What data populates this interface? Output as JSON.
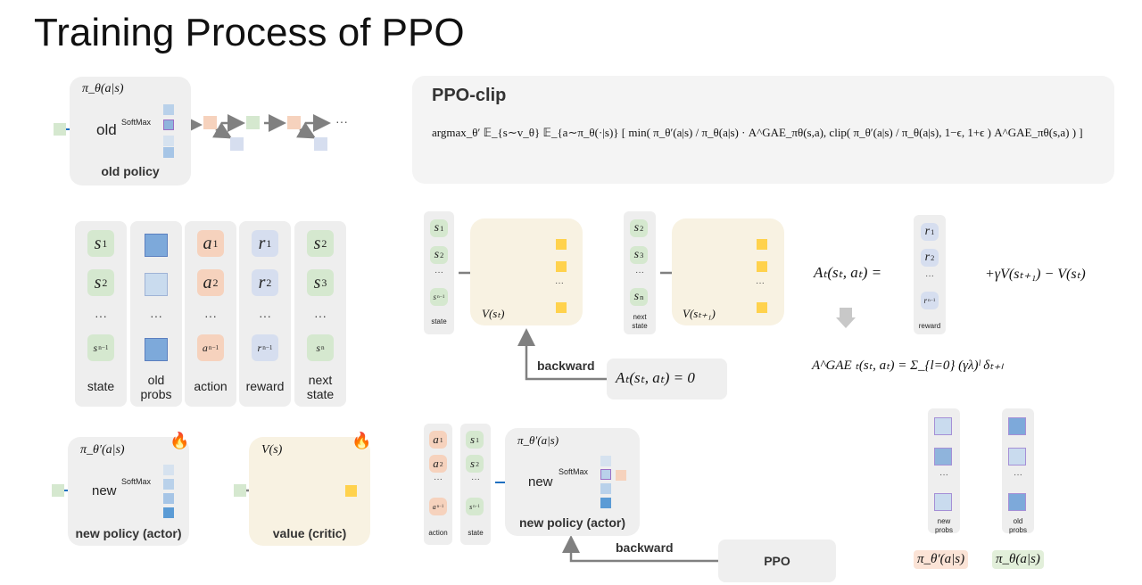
{
  "title": "Training Process of PPO",
  "old_policy": {
    "formula": "π_θ(a|s)",
    "net": "old",
    "softmax": "SoftMax",
    "label": "old policy",
    "ellipsis": "···"
  },
  "buffer": {
    "columns": [
      {
        "label": "state",
        "tokens": [
          [
            "s",
            "1"
          ],
          [
            "s",
            "2"
          ],
          [
            "s",
            "n−1"
          ]
        ]
      },
      {
        "label": "old\nprobs"
      },
      {
        "label": "action",
        "tokens": [
          [
            "a",
            "1"
          ],
          [
            "a",
            "2"
          ],
          [
            "a",
            "n−1"
          ]
        ]
      },
      {
        "label": "reward",
        "tokens": [
          [
            "r",
            "1"
          ],
          [
            "r",
            "2"
          ],
          [
            "r",
            "n−1"
          ]
        ]
      },
      {
        "label": "next\nstate",
        "tokens": [
          [
            "s",
            "2"
          ],
          [
            "s",
            "3"
          ],
          [
            "s",
            "n"
          ]
        ]
      }
    ],
    "ellipsis": "···"
  },
  "actor": {
    "formula": "π_θ′(a|s)",
    "net": "new",
    "softmax": "SoftMax",
    "label": "new policy (actor)"
  },
  "critic": {
    "formula": "V(s)",
    "label": "value (critic)"
  },
  "ppo_clip": {
    "title": "PPO-clip",
    "formula": "argmax_θ′ 𝔼_{s∼v_θ} 𝔼_{a∼π_θ(·|s)} [ min( π_θ′(a|s) / π_θ(a|s) · A^GAE_πθ(s,a),  clip( π_θ′(a|s) / π_θ(a|s), 1−ϵ, 1+ϵ ) A^GAE_πθ(s,a) ) ]"
  },
  "value_train": {
    "state_label": "state",
    "next_state_label": "next\nstate",
    "v_st": "V(sₜ)",
    "v_st1": "V(sₜ₊₁)",
    "backward": "backward",
    "target": "Aₜ(sₜ, aₜ) = 0"
  },
  "advantage": {
    "lhs": "Aₜ(sₜ, aₜ) =",
    "rhs": "+γV(sₜ₊₁) − V(sₜ)",
    "reward_label": "reward",
    "gae": "A^GAE ₜ(sₜ, aₜ) = Σ_{l=0} (γλ)ˡ δₜ₊ₗ"
  },
  "actor_train": {
    "action_label": "action",
    "state_label": "state",
    "formula": "π_θ′(a|s)",
    "net": "new",
    "softmax": "SoftMax",
    "label": "new policy (actor)",
    "backward": "backward",
    "ppo": "PPO"
  },
  "probs": {
    "new_label": "new\nprobs",
    "old_label": "old\nprobs",
    "new_formula": "π_θ′(a|s)",
    "old_formula": "π_θ(a|s)"
  }
}
